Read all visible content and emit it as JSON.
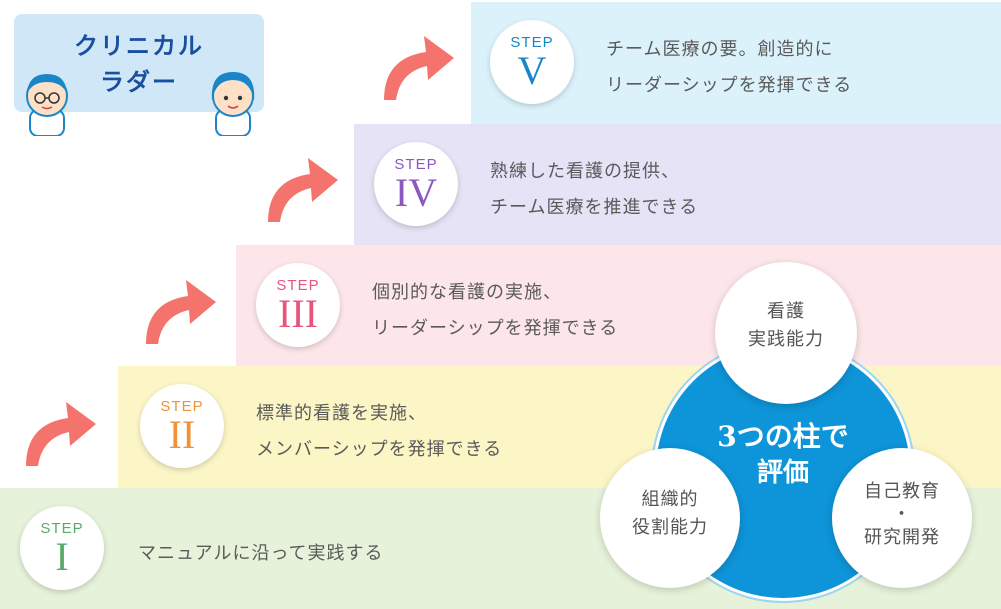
{
  "title": {
    "line1": "クリニカル",
    "line2": "ラダー"
  },
  "steps": [
    {
      "step": "STEP",
      "numeral": "I",
      "line1": "マニュアルに沿って実践する",
      "line2": "",
      "color": "#5aaa6a",
      "bg": "#e6f2d9"
    },
    {
      "step": "STEP",
      "numeral": "II",
      "line1": "標準的看護を実施、",
      "line2": "メンバーシップを発揮できる",
      "color": "#f0923a",
      "bg": "#fcf6c6"
    },
    {
      "step": "STEP",
      "numeral": "III",
      "line1": "個別的な看護の実施、",
      "line2": "リーダーシップを発揮できる",
      "color": "#e8557a",
      "bg": "#fde6ea"
    },
    {
      "step": "STEP",
      "numeral": "IV",
      "line1": "熟練した看護の提供、",
      "line2": "チーム医療を推進できる",
      "color": "#8a58c0",
      "bg": "#e6e3f6"
    },
    {
      "step": "STEP",
      "numeral": "V",
      "line1": "チーム医療の要。創造的に",
      "line2": "リーダーシップを発揮できる",
      "color": "#1a86c8",
      "bg": "#dcf2fb"
    }
  ],
  "center": {
    "line1": "3つの柱で",
    "line2": "評価"
  },
  "pillars": [
    {
      "line1": "看護",
      "line2": "実践能力",
      "line3": ""
    },
    {
      "line1": "組織的",
      "line2": "役割能力",
      "line3": ""
    },
    {
      "line1": "自己教育",
      "line2": "・",
      "line3": "研究開発"
    }
  ],
  "colors": {
    "arrow": "#f4736d",
    "center": "#0e94d8",
    "title_bg": "#cfe7f7",
    "title_text": "#1a4fa0"
  }
}
